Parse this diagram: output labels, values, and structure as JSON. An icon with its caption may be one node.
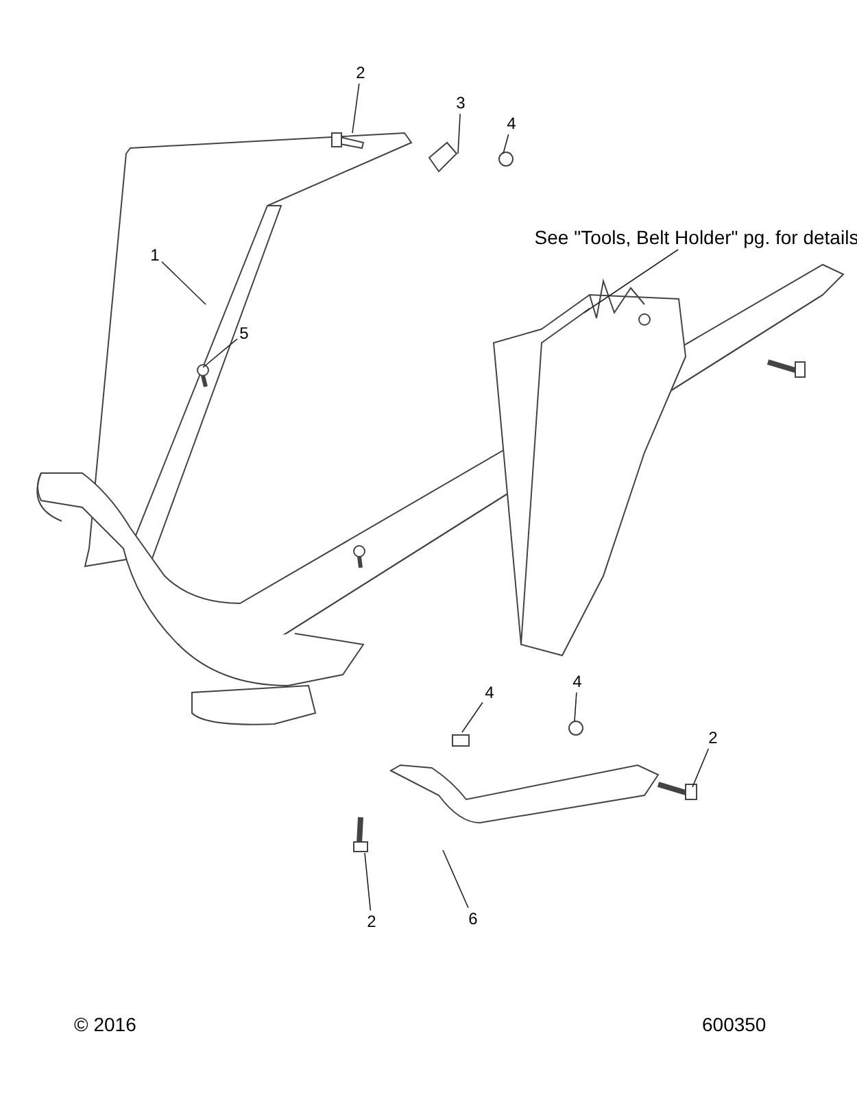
{
  "diagram": {
    "nodes": [
      {
        "text": [
          "1"
        ]
      },
      {
        "text": [
          "2"
        ]
      },
      {
        "text": [
          "3"
        ]
      },
      {
        "text": [
          "4"
        ]
      },
      {
        "text": [
          "See \"Tools, Belt Holder\" pg. for details"
        ]
      },
      {
        "text": [
          "5"
        ]
      },
      {
        "text": [
          "4"
        ]
      },
      {
        "text": [
          "4"
        ]
      },
      {
        "text": [
          "2"
        ]
      },
      {
        "text": [
          "2"
        ]
      },
      {
        "text": [
          "6"
        ]
      }
    ],
    "edges": [
      {
        "from": 0,
        "to": null,
        "arrow": "none"
      },
      {
        "from": 1,
        "to": null,
        "arrow": "none"
      },
      {
        "from": 2,
        "to": null,
        "arrow": "none"
      },
      {
        "from": 3,
        "to": null,
        "arrow": "none"
      },
      {
        "from": 4,
        "to": null,
        "arrow": "none"
      },
      {
        "from": 5,
        "to": null,
        "arrow": "none"
      },
      {
        "from": 6,
        "to": null,
        "arrow": "none"
      },
      {
        "from": 7,
        "to": null,
        "arrow": "none"
      },
      {
        "from": 8,
        "to": null,
        "arrow": "none"
      },
      {
        "from": 9,
        "to": null,
        "arrow": "none"
      },
      {
        "from": 10,
        "to": null,
        "arrow": "none"
      }
    ],
    "labels": [
      "© 2016",
      "600350"
    ]
  }
}
